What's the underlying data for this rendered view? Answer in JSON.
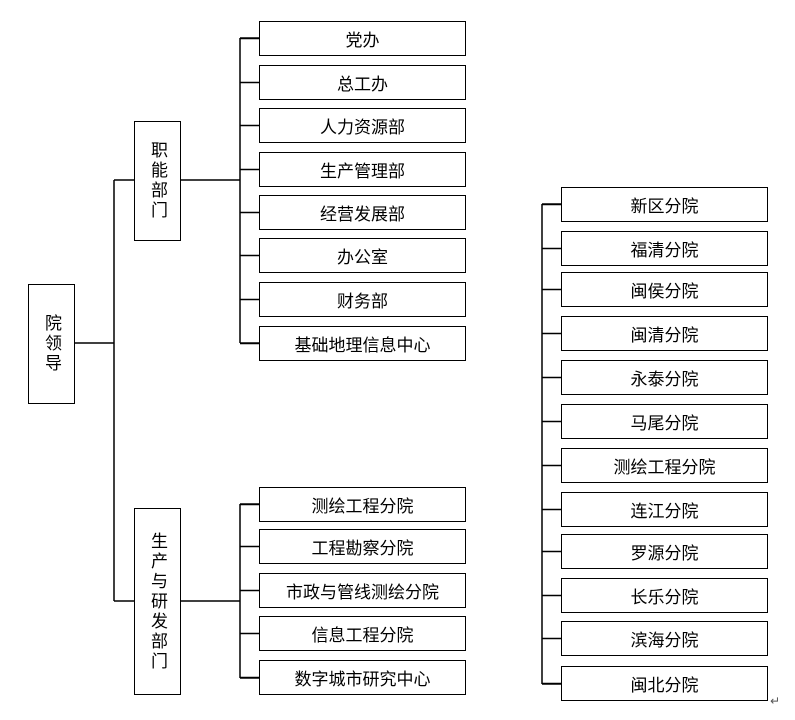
{
  "root": {
    "label": "院领导"
  },
  "groups": [
    {
      "label": "职能部门",
      "children": [
        "党办",
        "总工办",
        "人力资源部",
        "生产管理部",
        "经营发展部",
        "办公室",
        "财务部",
        "基础地理信息中心"
      ]
    },
    {
      "label": "生产与研发部门",
      "children": [
        "测绘工程分院",
        "工程勘察分院",
        "市政与管线测绘分院",
        "信息工程分院",
        "数字城市研究中心"
      ]
    }
  ],
  "branches": {
    "children": [
      "新区分院",
      "福清分院",
      "闽侯分院",
      "闽清分院",
      "永泰分院",
      "马尾分院",
      "测绘工程分院",
      "连江分院",
      "罗源分院",
      "长乐分院",
      "滨海分院",
      "闽北分院"
    ]
  },
  "paragraph_mark": "↵"
}
